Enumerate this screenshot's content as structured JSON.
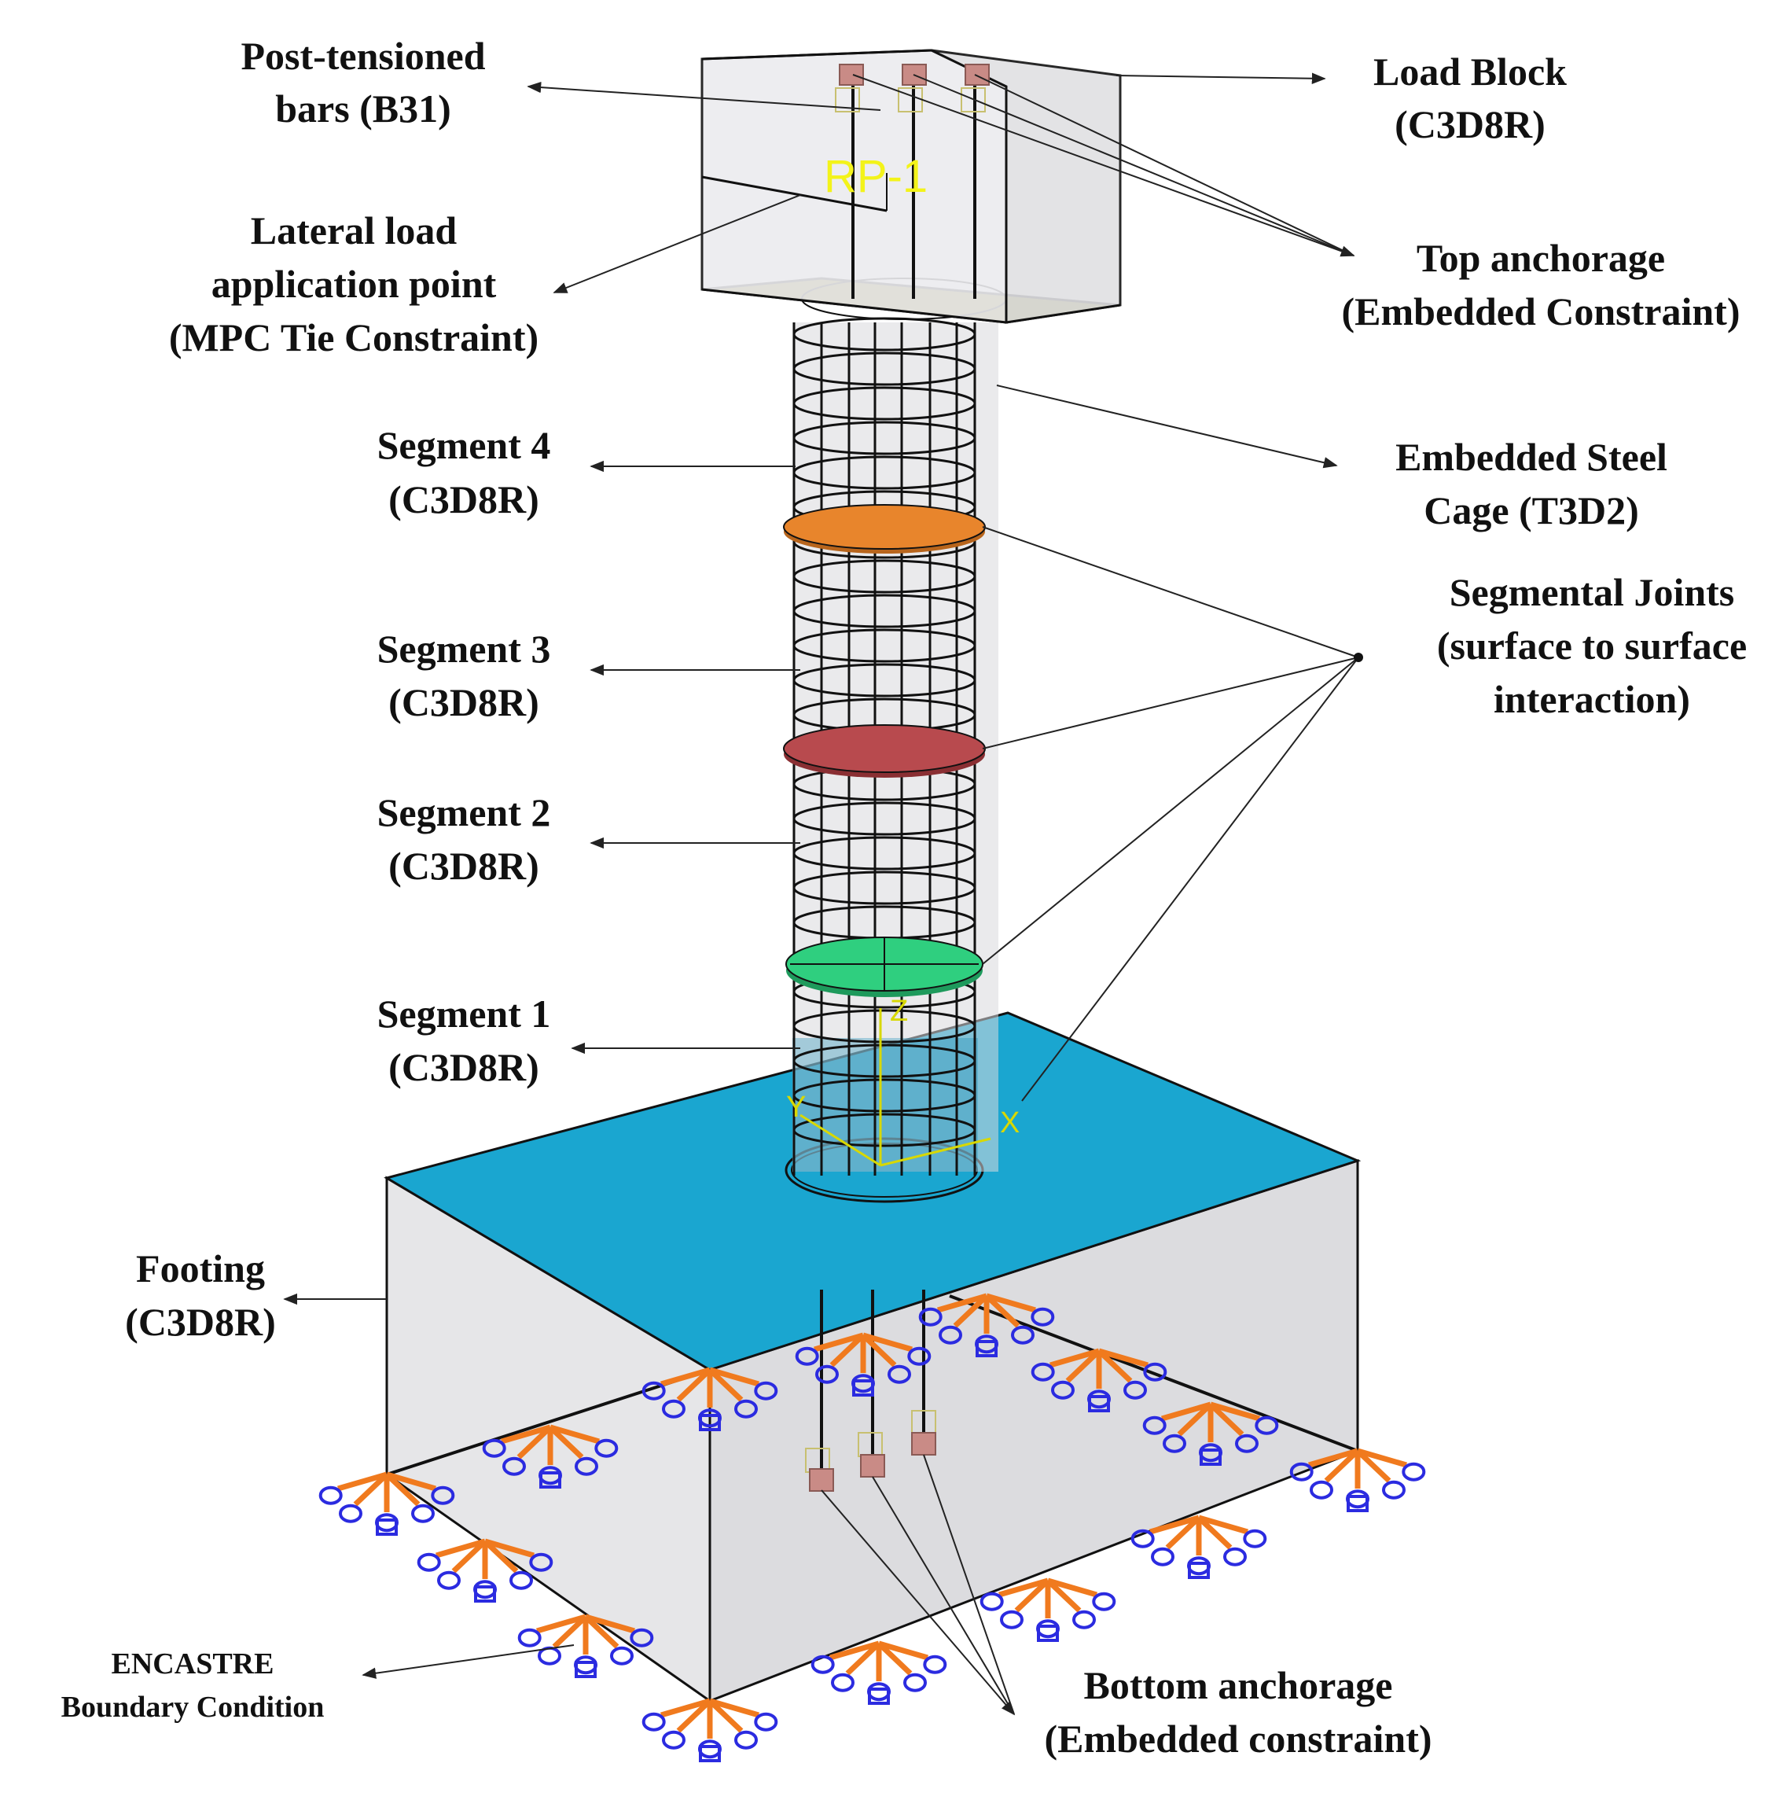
{
  "labels": {
    "post_tensioned_1": "Post-tensioned",
    "post_tensioned_2": "bars (B31)",
    "load_block_1": "Load Block",
    "load_block_2": "(C3D8R)",
    "lateral_1": "Lateral load",
    "lateral_2": "application point",
    "lateral_3": "(MPC Tie Constraint)",
    "top_anch_1": "Top anchorage",
    "top_anch_2": "(Embedded Constraint)",
    "seg4_1": "Segment 4",
    "seg4_2": "(C3D8R)",
    "cage_1": "Embedded Steel",
    "cage_2": "Cage (T3D2)",
    "joints_1": "Segmental Joints",
    "joints_2": "(surface to surface",
    "joints_3": "interaction)",
    "seg3_1": "Segment 3",
    "seg3_2": "(C3D8R)",
    "seg2_1": "Segment 2",
    "seg2_2": "(C3D8R)",
    "seg1_1": "Segment 1",
    "seg1_2": "(C3D8R)",
    "footing_1": "Footing",
    "footing_2": "(C3D8R)",
    "encastre_1": "ENCASTRE",
    "encastre_2": "Boundary Condition",
    "bottom_anch_1": "Bottom anchorage",
    "bottom_anch_2": "(Embedded constraint)",
    "rp": "RP-1",
    "axis_x": "X",
    "axis_y": "Y",
    "axis_z": "Z"
  },
  "colors": {
    "footing_top": "#1aa6d0",
    "footing_side": "#e4e4e6",
    "load_block_base": "#7d7a1c",
    "joint_top": "#e8852c",
    "joint_middle": "#b84a4e",
    "joint_bottom": "#2fcf7f",
    "support_orange": "#f07a1e",
    "support_blue": "#2b2be0",
    "anchor": "#c98b86"
  }
}
